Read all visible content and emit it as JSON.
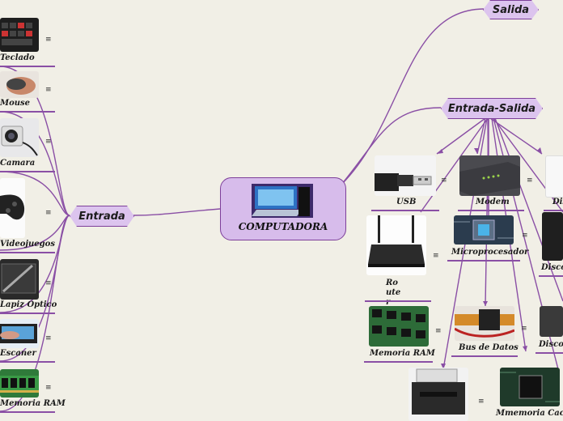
{
  "central": {
    "title": "COMPUTADORA"
  },
  "branches": {
    "entrada": "Entrada",
    "entrada_salida": "Entrada-Salida",
    "salida": "Salida"
  },
  "entrada_items": [
    {
      "label": "Teclado"
    },
    {
      "label": "Mouse"
    },
    {
      "label": "Camara"
    },
    {
      "label": "Videojuegos"
    },
    {
      "label": "Lapiz Optico"
    },
    {
      "label": "Escaner"
    },
    {
      "label": "Memoria RAM"
    }
  ],
  "es_items": [
    {
      "label": "USB"
    },
    {
      "label": "Modem"
    },
    {
      "label": "Disco"
    },
    {
      "label": "Router"
    },
    {
      "label": "Microprocesador"
    },
    {
      "label": "Disco"
    },
    {
      "label": "Memoria RAM"
    },
    {
      "label": "Bus de Datos"
    },
    {
      "label": "Discos"
    },
    {
      "label": "Mmemoria Cache"
    }
  ],
  "menu_glyph": "≡",
  "colors": {
    "accent": "#7d3f9a",
    "node_fill": "#dcc4ee",
    "background": "#f1efe6"
  },
  "icons": [
    "keyboard-icon",
    "mouse-icon",
    "webcam-icon",
    "gamepad-icon",
    "tablet-pen-icon",
    "scanner-icon",
    "ram-icon",
    "usb-icon",
    "modem-icon",
    "router-icon",
    "cpu-icon",
    "cable-icon",
    "disk-icon",
    "printer-icon",
    "chip-icon"
  ]
}
